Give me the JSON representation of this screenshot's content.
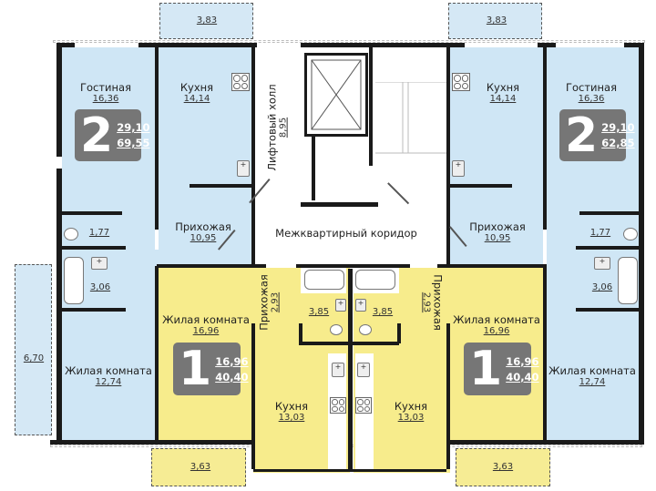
{
  "plan": {
    "title": "Floor plan – 4 apartments",
    "colors": {
      "two_room_fill": "#cfe6f5",
      "one_room_fill": "#f7ec8c",
      "badge_bg": "#767676",
      "wall": "#1a1a1a"
    },
    "common": {
      "lift_hall": {
        "name": "Лифтовый холл",
        "area": "8,95"
      },
      "corridor": {
        "name": "Межквартирный коридор"
      }
    },
    "apartments": [
      {
        "id": "apt-left-2room",
        "rooms_count": "2",
        "living_area": "29,10",
        "total_area": "69,55",
        "balcony_top": "3,83",
        "loggia_side": "6,70",
        "rooms": [
          {
            "name": "Гостиная",
            "area": "16,36"
          },
          {
            "name": "Кухня",
            "area": "14,14"
          },
          {
            "name": "Прихожая",
            "area": "10,95"
          },
          {
            "name": "Жилая комната",
            "area": "12,74"
          }
        ],
        "wc_area": "1,77",
        "bath_area": "3,06"
      },
      {
        "id": "apt-right-2room",
        "rooms_count": "2",
        "living_area": "29,10",
        "total_area": "62,85",
        "balcony_top": "3,83",
        "rooms": [
          {
            "name": "Кухня",
            "area": "14,14"
          },
          {
            "name": "Гостиная",
            "area": "16,36"
          },
          {
            "name": "Прихожая",
            "area": "10,95"
          },
          {
            "name": "Жилая комната",
            "area": "12,74"
          }
        ],
        "wc_area": "1,77",
        "bath_area": "3,06"
      },
      {
        "id": "apt-left-1room",
        "rooms_count": "1",
        "living_area": "16,96",
        "total_area": "40,40",
        "balcony_bottom": "3,63",
        "rooms": [
          {
            "name": "Жилая комната",
            "area": "16,96"
          },
          {
            "name": "Прихожая",
            "area": "2,93"
          },
          {
            "name": "Кухня",
            "area": "13,03"
          }
        ],
        "bath_area": "3,85"
      },
      {
        "id": "apt-right-1room",
        "rooms_count": "1",
        "living_area": "16,96",
        "total_area": "40,40",
        "balcony_bottom": "3,63",
        "rooms": [
          {
            "name": "Жилая комната",
            "area": "16,96"
          },
          {
            "name": "Прихожая",
            "area": "2,93"
          },
          {
            "name": "Кухня",
            "area": "13,03"
          }
        ],
        "bath_area": "3,85"
      }
    ]
  }
}
